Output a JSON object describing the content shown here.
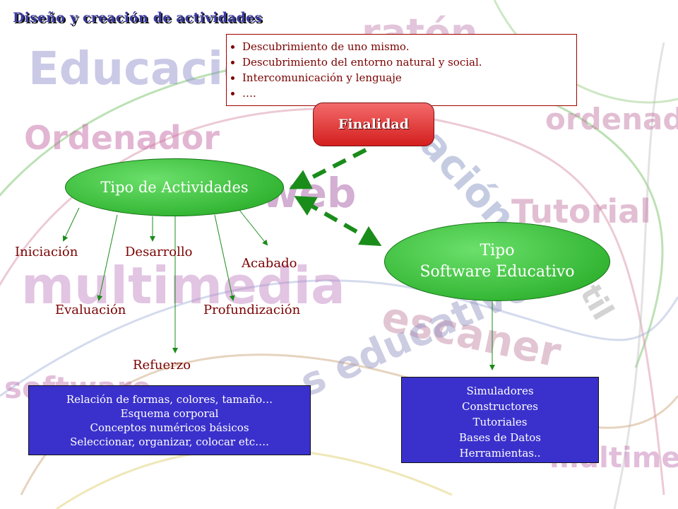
{
  "title": "Diseño y creación de actividades",
  "finalidad": {
    "items": [
      "Descubrimiento de uno mismo.",
      "Descubrimiento del entorno natural y social.",
      "Intercomunicación y lenguaje",
      "…."
    ],
    "label": "Finalidad"
  },
  "tipo_actividades": {
    "label": "Tipo de Actividades",
    "types": [
      "Iniciación",
      "Desarrollo",
      "Acabado",
      "Evaluación",
      "Profundización",
      "Refuerzo"
    ]
  },
  "tipo_software": {
    "line1": "Tipo",
    "line2": "Software Educativo"
  },
  "activities_box": [
    "Relación de formas, colores, tamaño…",
    "Esquema corporal",
    "Conceptos numéricos básicos",
    "Seleccionar, organizar, colocar etc…."
  ],
  "software_box": [
    "Simuladores",
    "Constructores",
    "Tutoriales",
    "Bases de Datos",
    "Herramientas.."
  ],
  "background_words": [
    "Educación I",
    "ratón",
    "Ordenador",
    "ordenador",
    "cación",
    "web",
    "Tutorial",
    "multimedia",
    "útil",
    "escaner",
    "software",
    "s educativos",
    "multimedia"
  ]
}
